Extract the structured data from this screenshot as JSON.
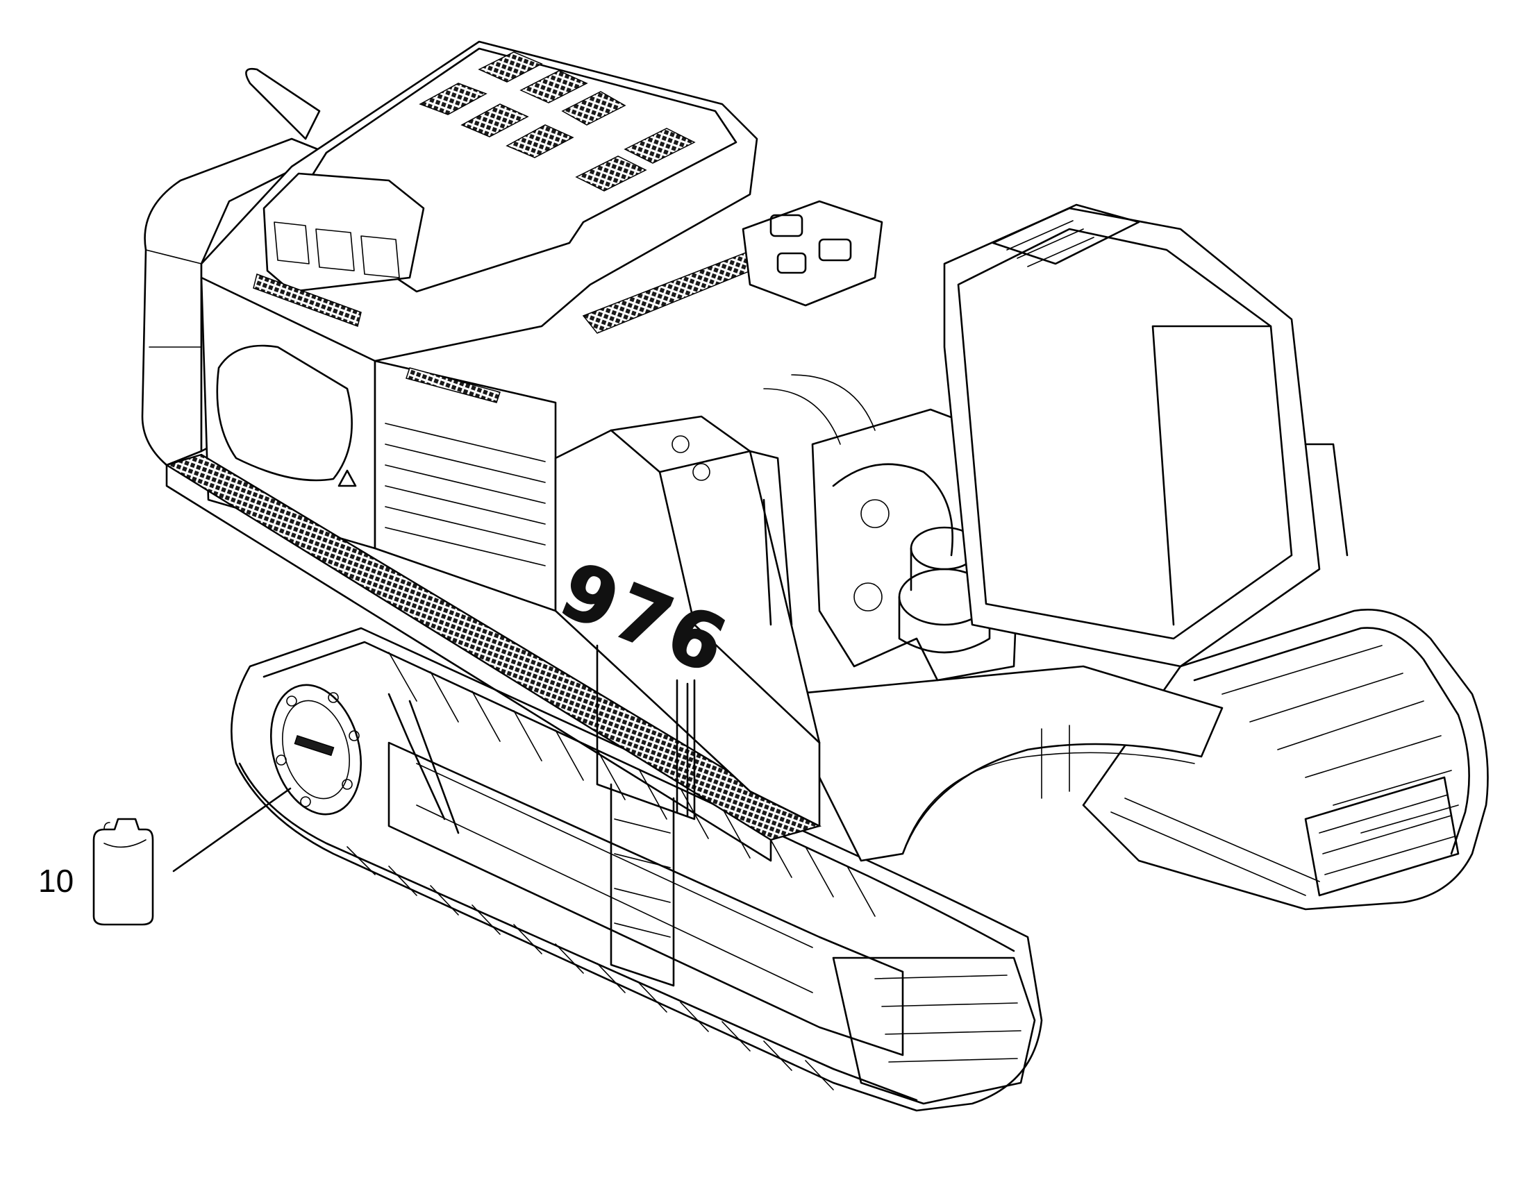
{
  "callouts": [
    {
      "label": "10",
      "item": "oil-canister"
    }
  ],
  "machine": {
    "model_number": "976"
  },
  "colors": {
    "line": "#000000",
    "background": "#ffffff",
    "mesh": "#1a1a1a"
  }
}
